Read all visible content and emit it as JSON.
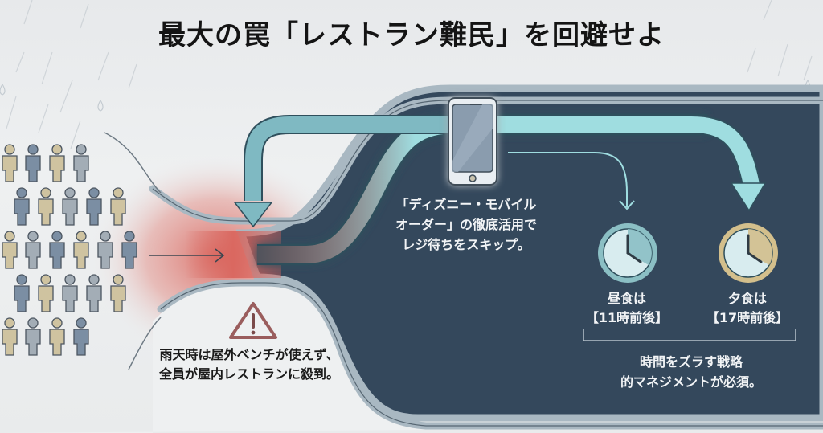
{
  "title": "最大の罠「レストラン難民」を回避せよ",
  "colors": {
    "background": "#eceeef",
    "dark_panel": "#34485c",
    "panel_border": "#a9b8c2",
    "congestion_red": "#d9645c",
    "mobile_path": "#9fdde0",
    "arrow_teal": "#7fb9c2",
    "lunch_clock": "#8bbfc4",
    "dinner_clock": "#d3bf8c",
    "warning_red": "#9a5d5d",
    "person_blue": "#7b8ea3",
    "person_beige": "#cfc3a0",
    "person_grey": "#a3adb6"
  },
  "crowd": {
    "label": "rainy-day crowd",
    "rows": [
      [
        "beige",
        "blue",
        "beige",
        "grey"
      ],
      [
        "blue",
        "beige",
        "grey",
        "blue",
        "beige"
      ],
      [
        "beige",
        "grey",
        "blue",
        "beige",
        "grey",
        "blue"
      ],
      [
        "blue",
        "beige",
        "grey",
        "grey",
        "beige"
      ],
      [
        "beige",
        "grey",
        "beige",
        "blue"
      ]
    ]
  },
  "warning": {
    "icon": "warning-triangle-icon",
    "lines": [
      "雨天時は屋外ベンチが使えず、",
      "全員が屋内レストランに殺到。"
    ]
  },
  "mobile_order": {
    "icon": "smartphone-icon",
    "lines": [
      "「ディズニー・モバイル",
      "オーダー」の徹底活用で",
      "レジ待ちをスキップ。"
    ]
  },
  "lunch": {
    "icon": "clock-icon",
    "lines": [
      "昼食は",
      "【11時前後】"
    ]
  },
  "dinner": {
    "icon": "clock-icon",
    "lines": [
      "夕食は",
      "【17時前後】"
    ]
  },
  "strategy": {
    "lines": [
      "時間をズラす戦略",
      "的マネジメントが必須。"
    ]
  }
}
